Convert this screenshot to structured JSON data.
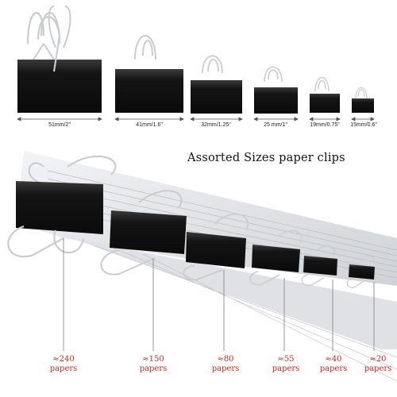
{
  "title": "Assorted Sizes paper clips",
  "sizes": [
    {
      "label": "51mm/2\""
    },
    {
      "label": "41mm/1.6\""
    },
    {
      "label": "32mm/1.25\""
    },
    {
      "label": "25 mm/1\""
    },
    {
      "label": "19mm/0.75\""
    },
    {
      "label": "15mm/0.6\""
    }
  ],
  "capacities": [
    {
      "amount": "≈240",
      "unit": "papers"
    },
    {
      "amount": "≈150",
      "unit": "papers"
    },
    {
      "amount": "≈80",
      "unit": "papers"
    },
    {
      "amount": "≈55",
      "unit": "papers"
    },
    {
      "amount": "≈40",
      "unit": "papers"
    },
    {
      "amount": "≈20",
      "unit": "papers"
    }
  ],
  "colors": {
    "clip_black": "#161616",
    "wire_silver": "#bfc3c8",
    "paper": "#e9eaed",
    "caption_red": "#d32a1e",
    "pointer_line": "#8a8a8a"
  }
}
